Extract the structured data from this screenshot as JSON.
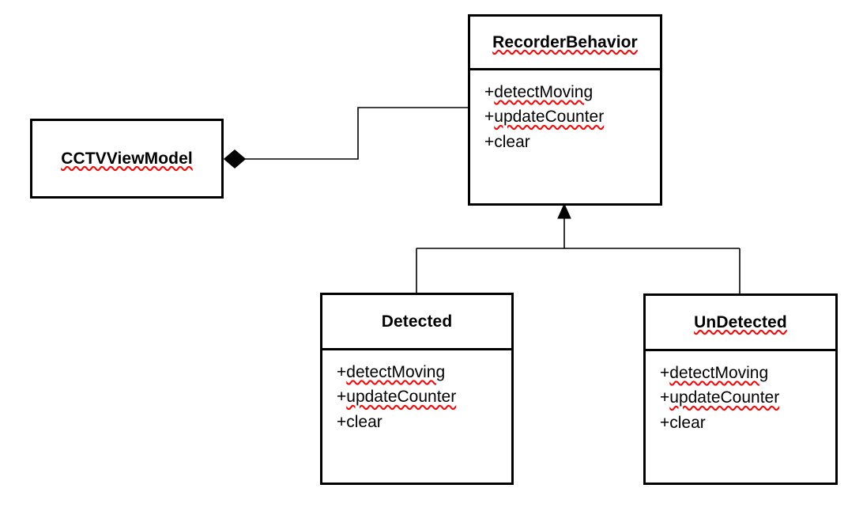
{
  "diagram": {
    "type": "uml-class-diagram",
    "background_color": "#ffffff",
    "line_color": "#000000",
    "spellcheck_underline_color": "#ff0000",
    "classes": [
      {
        "id": "cctvviewmodel",
        "name": "CCTVViewModel",
        "name_misspelled": true,
        "has_members_compartment": false,
        "members": []
      },
      {
        "id": "recorderbehavior",
        "name": "RecorderBehavior",
        "name_misspelled": true,
        "has_members_compartment": true,
        "members": [
          {
            "sign": "+",
            "name": "detectMoving",
            "misspelled": true
          },
          {
            "sign": "+",
            "name": "updateCounter",
            "misspelled": true
          },
          {
            "sign": "+",
            "name": "clear",
            "misspelled": false
          }
        ]
      },
      {
        "id": "detected",
        "name": "Detected",
        "name_misspelled": false,
        "has_members_compartment": true,
        "members": [
          {
            "sign": "+",
            "name": "detectMoving",
            "misspelled": true
          },
          {
            "sign": "+",
            "name": "updateCounter",
            "misspelled": true
          },
          {
            "sign": "+",
            "name": "clear",
            "misspelled": false
          }
        ]
      },
      {
        "id": "undetected",
        "name": "UnDetected",
        "name_misspelled": true,
        "has_members_compartment": true,
        "members": [
          {
            "sign": "+",
            "name": "detectMoving",
            "misspelled": true
          },
          {
            "sign": "+",
            "name": "updateCounter",
            "misspelled": true
          },
          {
            "sign": "+",
            "name": "clear",
            "misspelled": false
          }
        ]
      }
    ],
    "relationships": [
      {
        "id": "composition-cctvviewmodel-recorderbehavior",
        "kind": "composition",
        "source": "CCTVViewModel",
        "target": "RecorderBehavior",
        "marker": "filled-diamond"
      },
      {
        "id": "generalization-detected-recorderbehavior",
        "kind": "generalization",
        "source": "Detected",
        "target": "RecorderBehavior",
        "marker": "closed-arrowhead"
      },
      {
        "id": "generalization-undetected-recorderbehavior",
        "kind": "generalization",
        "source": "UnDetected",
        "target": "RecorderBehavior",
        "marker": "closed-arrowhead"
      }
    ]
  }
}
